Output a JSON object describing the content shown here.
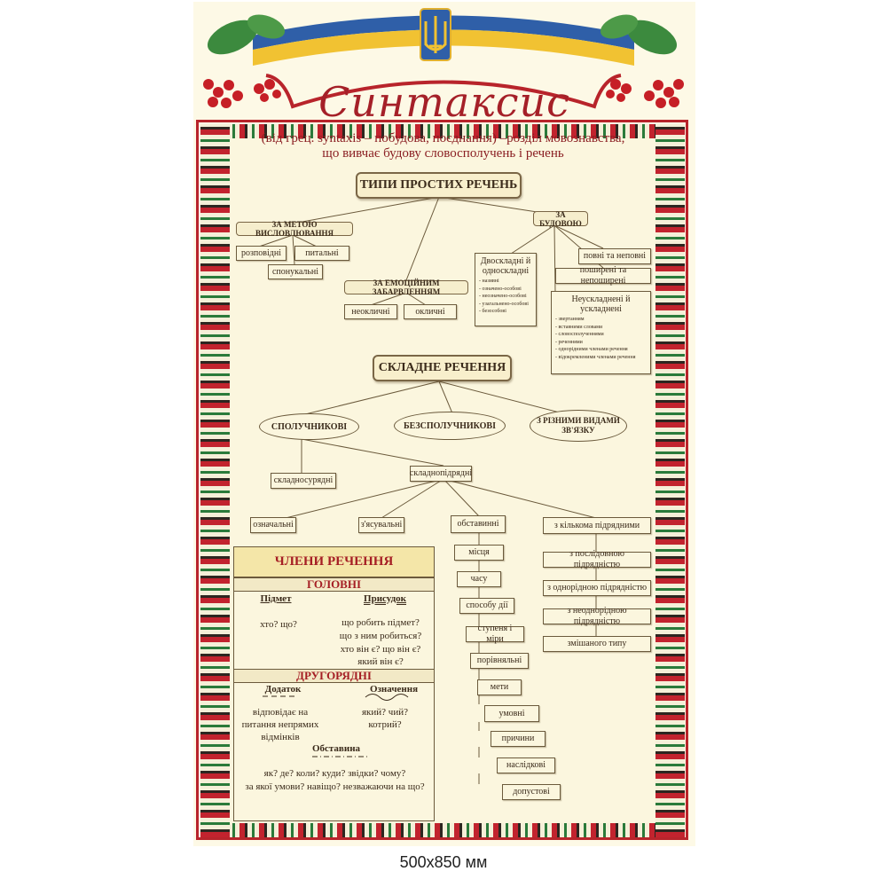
{
  "title": "Синтаксис",
  "subtitle_line1": "(від грец. syntaxis – побудова, поєднання) –розділ мовознавства,",
  "subtitle_line2": "що вивчає будову словосполучень і речень",
  "simple": {
    "heading": "ТИПИ ПРОСТИХ РЕЧЕНЬ",
    "by_purpose": "ЗА МЕТОЮ ВИСЛОВЛЮВАННЯ",
    "purpose_items": [
      "розповідні",
      "питальні",
      "спонукальні"
    ],
    "by_emotion": "ЗА ЕМОЦІЙНИМ ЗАБАРВЛЕННЯМ",
    "emotion_items": [
      "неокличні",
      "окличні"
    ],
    "by_structure": "ЗА БУДОВОЮ",
    "two_part": {
      "heading": "Двоскладні й односкладні",
      "items": [
        "називні",
        "означено-особові",
        "неозначено-особові",
        "узагальнено-особові",
        "безособові"
      ]
    },
    "full": "повні та неповні",
    "extended": "поширені та непоширені",
    "complicated": {
      "heading": "Неускладнені й ускладнені",
      "items": [
        "звертанням",
        "вставними словами",
        "словосполученнями",
        "реченнями",
        "однорідними членами речення",
        "відокремленими членами речення"
      ]
    }
  },
  "complex": {
    "heading": "СКЛАДНЕ РЕЧЕННЯ",
    "conj": "СПОЛУЧНИКОВІ",
    "nonconj": "БЕЗСПОЛУЧНИКОВІ",
    "mixed": "З РІЗНИМИ ВИДАМИ ЗВ'ЯЗКУ",
    "compound": "складносурядні",
    "subordinate": "складнопідрядні",
    "attributive": "означальні",
    "explanatory": "з'ясувальні",
    "adverbial": "обставинні",
    "multi": "з кількома підрядними",
    "adverbial_items": [
      "місця",
      "часу",
      "способу дії",
      "ступеня і міри",
      "порівняльні",
      "мети",
      "умовні",
      "причини",
      "наслідкові",
      "допустові"
    ],
    "multi_items": [
      "з послідовною підрядністю",
      "з однорідною підрядністю",
      "з неоднорідною підрядністю",
      "змішаного типу"
    ]
  },
  "members": {
    "heading": "ЧЛЕНИ РЕЧЕННЯ",
    "main": "ГОЛОВНІ",
    "subject": "Підмет",
    "subject_q": "хто? що?",
    "predicate": "Присудок",
    "predicate_q1": "що робить підмет?",
    "predicate_q2": "що з ним робиться?",
    "predicate_q3": "хто він є? що він є?",
    "predicate_q4": "який він є?",
    "secondary": "ДРУГОРЯДНІ",
    "object": "Додаток",
    "object_q1": "відповідає на",
    "object_q2": "питання непрямих",
    "object_q3": "відмінків",
    "attribute": "Означення",
    "attribute_q1": "який? чий?",
    "attribute_q2": "котрий?",
    "adverbial": "Обставина",
    "adverbial_q1": "як? де? коли? куди? звідки? чому?",
    "adverbial_q2": "за якої умови? навіщо? незважаючи на що?"
  },
  "caption": "500x850 мм",
  "colors": {
    "accent": "#a52028",
    "border_red": "#b8242b",
    "paper": "#fbf6de",
    "flag_blue": "#2f5fa8",
    "flag_yellow": "#f1c232"
  }
}
